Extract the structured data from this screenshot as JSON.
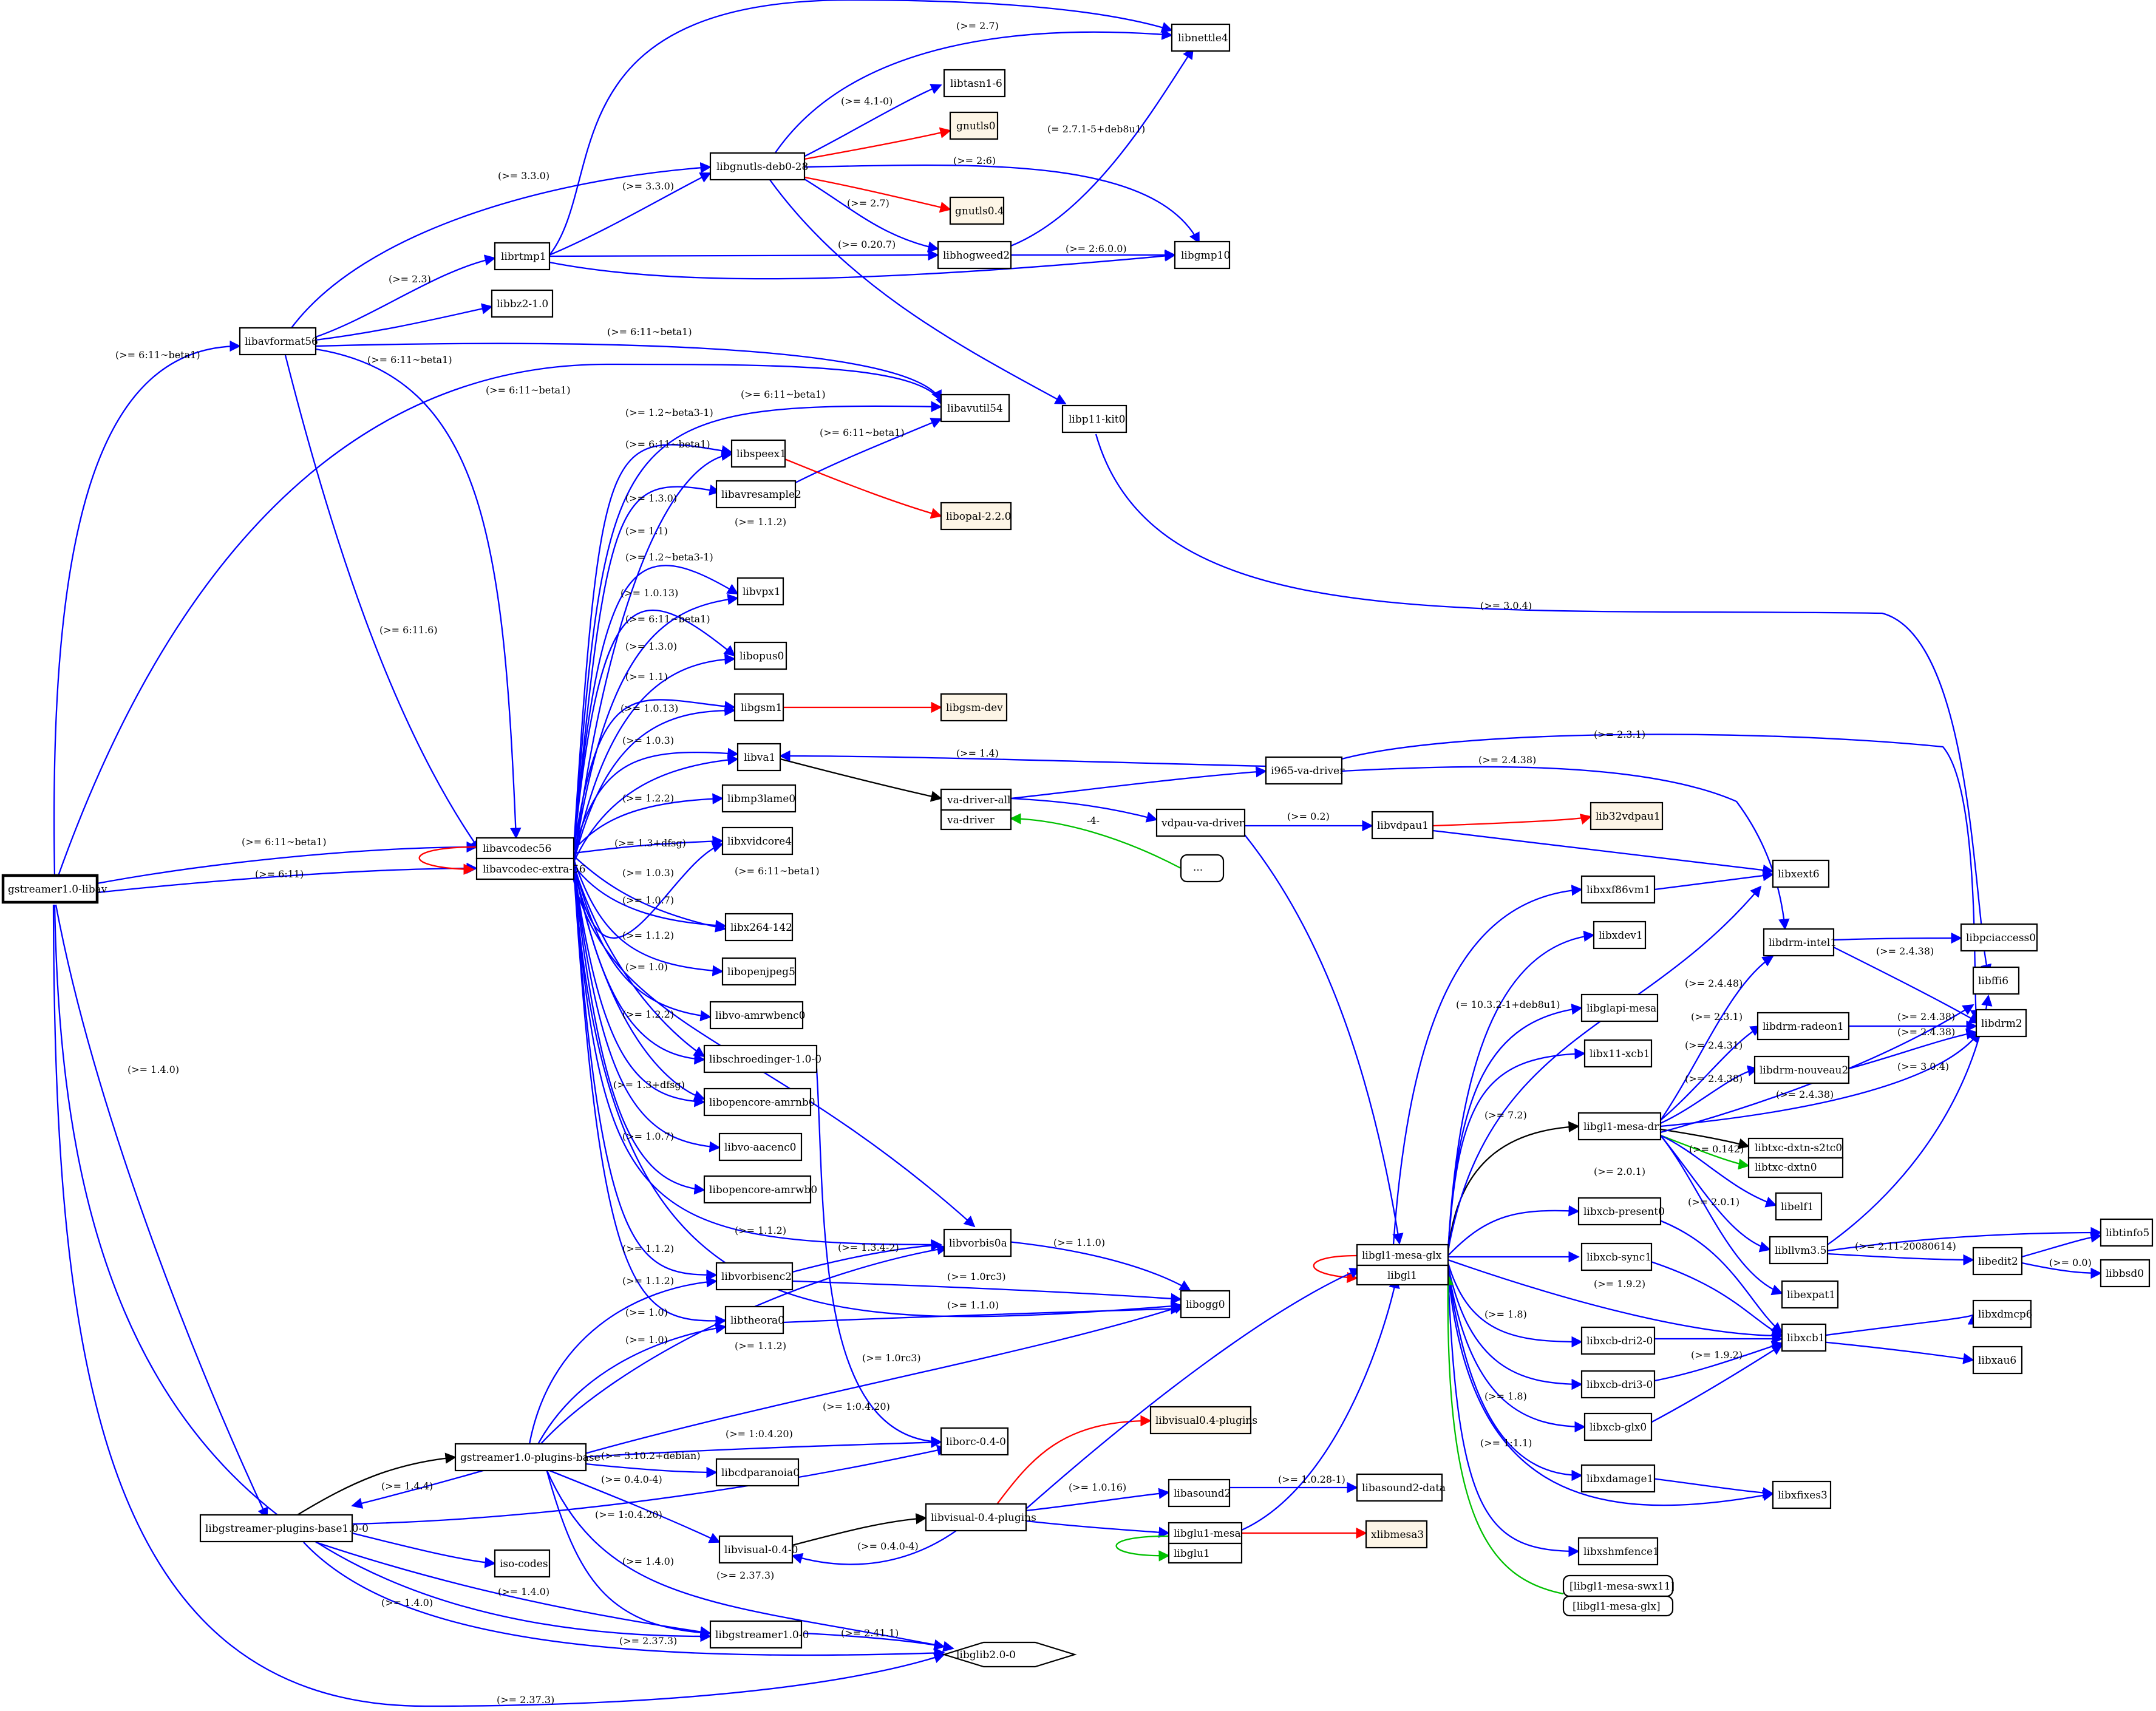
{
  "graph": {
    "colors": {
      "depends": "#0000ff",
      "recommends": "#000000",
      "conflicts": "#ff0000",
      "provides": "#00c000",
      "missing_fill": "#fdf5e6"
    },
    "nodes": {
      "gstreamer": "gstreamer1.0-libav",
      "avformat": "libavformat56",
      "rtmp": "librtmp1",
      "bz2": "libbz2-1.0",
      "gnutls": "libgnutls-deb0-28",
      "nettle": "libnettle4",
      "tasn": "libtasn1-6",
      "gnutls0": "gnutls0",
      "gnutls04": "gnutls0.4",
      "hogweed": "libhogweed2",
      "gmp": "libgmp10",
      "p11": "libp11-kit0",
      "avutil": "libavutil54",
      "speex": "libspeex1",
      "avresample": "libavresample2",
      "opal": "libopal-2.2.0",
      "vpx": "libvpx1",
      "opus": "libopus0",
      "gsm": "libgsm1",
      "gsmdev": "libgsm-dev",
      "va1": "libva1",
      "mp3lame": "libmp3lame0",
      "xvid": "libxvidcore4",
      "x264": "libx264-142",
      "openjpeg": "libopenjpeg5",
      "voamrwb": "libvo-amrwbenc0",
      "schro": "libschroedinger-1.0-0",
      "amrnb": "libopencore-amrnb0",
      "aacenc": "libvo-aacenc0",
      "amrwb": "libopencore-amrwb0",
      "vorbis0a": "libvorbis0a",
      "vorbisenc": "libvorbisenc2",
      "theora": "libtheora0",
      "ogg": "libogg0",
      "orc": "liborc-0.4-0",
      "avcodec_a": "libavcodec56",
      "avcodec_b": "libavcodec-extra-56",
      "vadriver_a": "va-driver-all",
      "vadriver_b": "va-driver",
      "i965": "i965-va-driver",
      "vdpauva": "vdpau-va-driver",
      "vdpau1": "libvdpau1",
      "lib32vdpau": "lib32vdpau1",
      "ellipsis": "...",
      "xext": "libxext6",
      "xxf86vm": "libxxf86vm1",
      "xdev": "libxdev1",
      "glapi": "libglapi-mesa",
      "x11xcb": "libx11-xcb1",
      "glmesadri": "libgl1-mesa-dri",
      "drmintel": "libdrm-intel1",
      "pciaccess": "libpciaccess0",
      "ffi": "libffi6",
      "drm2": "libdrm2",
      "drmradeon": "libdrm-radeon1",
      "drmnouveau": "libdrm-nouveau2",
      "txc_a": "libtxc-dxtn-s2tc0",
      "txc_b": "libtxc-dxtn0",
      "elf": "libelf1",
      "llvm": "libllvm3.5",
      "tinfo": "libtinfo5",
      "edit": "libedit2",
      "bsd": "libbsd0",
      "xcbpresent": "libxcb-present0",
      "xcbsync": "libxcb-sync1",
      "expat": "libexpat1",
      "xcbdri2": "libxcb-dri2-0",
      "xcbdri3": "libxcb-dri3-0",
      "xcb1": "libxcb1",
      "xdmcp": "libxdmcp6",
      "xau": "libxau6",
      "xcbglx": "libxcb-glx0",
      "xdamage": "libxdamage1",
      "xfixes": "libxfixes3",
      "xshmfence": "libxshmfence1",
      "glglx_a": "libgl1-mesa-glx",
      "glglx_b": "libgl1",
      "swx_a": "[libgl1-mesa-swx11]",
      "swx_b": "[libgl1-mesa-glx]",
      "pluginsbase": "gstreamer1.0-plugins-base",
      "gstpb": "libgstreamer-plugins-base1.0-0",
      "cdparanoia": "libcdparanoia0",
      "isocodes": "iso-codes",
      "gst": "libgstreamer1.0-0",
      "glib": "libglib2.0-0",
      "visual": "libvisual-0.4-0",
      "visualplugins": "libvisual-0.4-plugins",
      "visualplug": "libvisual0.4-plugins",
      "asound": "libasound2",
      "asounddata": "libasound2-data",
      "glu_a": "libglu1-mesa",
      "glu_b": "libglu1",
      "xlibmesa": "xlibmesa3"
    },
    "edge_labels": {
      "l_nettle27": "(>= 2.7)",
      "l_tasn": "(>= 4.1-0)",
      "l_rtmp_gnutls": "(>= 3.3.0)",
      "l_avf_gnutls": "(>= 3.3.0)",
      "l_gmp26": "(>= 2:6)",
      "l_nettle_eq": "(= 2.7.1-5+deb8u1)",
      "l_hogweed27": "(>= 2.7)",
      "l_p11_0207": "(>= 0.20.7)",
      "l_gmp2600": "(>= 2:6.0.0)",
      "l_bz23": "(>= 2.3)",
      "l_avf": "(>= 6:11~beta1)",
      "l_avf_avutil": "(>= 6:11~beta1)",
      "l_avf_avcodec": "(>= 6:11~beta1)",
      "l_gst_avutil": "(>= 6:11~beta1)",
      "l_avcodec_avutil": "(>= 6:11~beta1)",
      "l_speex": "(>= 1.2~beta3-1)",
      "l_avres": "(>= 6:11~beta1)",
      "l_avres_avutil": "(>= 6:11~beta1)",
      "l_vpx": "(>= 1.3.0)",
      "l_vorbis0a": "(>= 1.1.2)",
      "l_opus": "(>= 1.1)",
      "l_speex2": "(>= 1.2~beta3-1)",
      "l_theora1013": "(>= 1.0.13)",
      "l_gsm": "(>= 6:11~beta1)",
      "l_vpx2": "(>= 1.3.0)",
      "l_opus2": "(>= 1.1)",
      "l_gsm1013": "(>= 1.0.13)",
      "l_va103": "(>= 1.0.3)",
      "l_mp3": "(>= 1.2.2)",
      "l_xvid": "(>= 1.3+dfsg)",
      "l_va1032": "(>= 1.0.3)",
      "l_x264": "(>= 6:11~beta1)",
      "l_openjpeg107": "(>= 1.0.7)",
      "l_schro112": "(>= 1.1.2)",
      "l_theora10": "(>= 1.0)",
      "l_schro122": "(>= 1.2.2)",
      "l_xvid2": "(>= 1.3+dfsg)",
      "l_amr107": "(>= 1.0.7)",
      "l_v0a112": "(>= 1.1.2)",
      "l_ve112": "(>= 1.1.2)",
      "l_ve112b": "(>= 1.1.2)",
      "l_th10": "(>= 1.0)",
      "l_th10b": "(>= 1.0)",
      "l_th112": "(>= 1.1.2)",
      "l_ve_v0a": "(>= 1.3.4-2)",
      "l_ogg110": "(>= 1.1.0)",
      "l_ogg10rc3": "(>= 1.0rc3)",
      "l_ogg110b": "(>= 1.1.0)",
      "l_ogg10rc3b": "(>= 1.0rc3)",
      "l_orc1420": "(>= 1:0.4.20)",
      "l_orc1420b": "(>= 1:0.4.20)",
      "l_orc1420c": "(>= 1:0.4.20)",
      "l_avc_gst": "(>= 6:11~beta1)",
      "l_avc_gst2": "(>= 6:11)",
      "l_avutil_gst": "(>= 6:11~beta1)",
      "l_avcodec_extra": "(>= 6:11.6)",
      "l_pb140": "(>= 1.4.0)",
      "l_pb144": "(>= 1.4.4)",
      "l_cdp": "(>= 3.10.2+debian)",
      "l_vis040": "(>= 0.4.0-4)",
      "l_vis040b": "(>= 0.4.0-4)",
      "l_gst140": "(>= 1.4.0)",
      "l_gst140b": "(>= 1.4.0)",
      "l_gst140c": "(>= 1.4.0)",
      "l_glib2373": "(>= 2.37.3)",
      "l_glib2373b": "(>= 2.37.3)",
      "l_glib2373c": "(>= 2.37.3)",
      "l_glib2411": "(>= 2.41.1)",
      "l_asound1016": "(>= 1.0.16)",
      "l_asound_data": "(>= 1.0.28-1)",
      "l_va14": "(>= 1.4)",
      "l_vdpau02": "(>= 0.2)",
      "l_i965_2431": "(>= 2.3.1)",
      "l_i965_2438": "(>= 2.4.38)",
      "l_provides4": "-4-",
      "l_p11_304": "(>= 3.0.4)",
      "l_glapi": "(= 10.3.2-1+deb8u1)",
      "l_dri72": "(>= 7.2)",
      "l_intel2448": "(>= 2.4.48)",
      "l_intel2438": "(>= 2.4.38)",
      "l_radeon231": "(>= 2.3.1)",
      "l_radeon2431": "(>= 2.4.31)",
      "l_nouveau2438": "(>= 2.4.38)",
      "l_drm2438": "(>= 2.4.38)",
      "l_drm2438b": "(>= 2.4.38)",
      "l_drm2438c": "(>= 2.4.38)",
      "l_ffi304": "(>= 3.0.4)",
      "l_txc": "(>= 0.142)",
      "l_present201": "(>= 2.0.1)",
      "l_expat201": "(>= 2.0.1)",
      "l_edit2": "(>= 2.11-20080614)",
      "l_bsd00": "(>= 0.0)",
      "l_xcb192": "(>= 1.9.2)",
      "l_xcb192b": "(>= 1.9.2)",
      "l_dri2_18": "(>= 1.8)",
      "l_dri3_18": "(>= 1.8)",
      "l_xdamage111": "(>= 1:1.1)"
    }
  }
}
